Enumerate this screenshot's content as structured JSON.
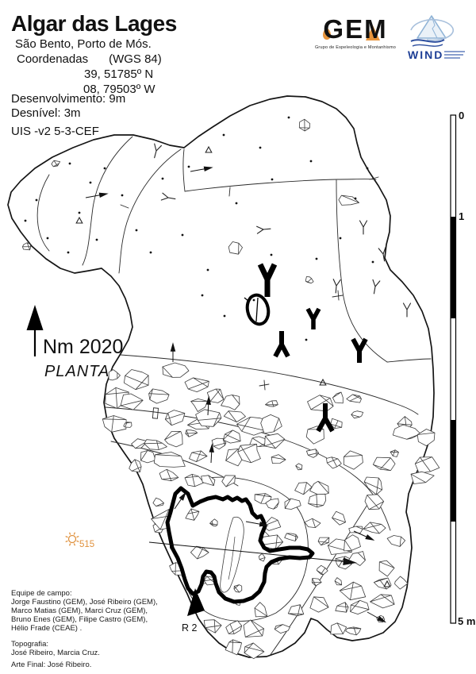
{
  "header": {
    "title": "Algar das Lages",
    "location": "São Bento, Porto de Mós.",
    "coords_label": "Coordenadas",
    "datum": "(WGS 84)",
    "lat": "39, 51785º N",
    "lon": "08, 79503º W",
    "development": "Desenvolvimento: 9m",
    "depth": "Desnível:  3m",
    "uis": "UIS -v2 5-3-CEF"
  },
  "logos": {
    "gem": {
      "name": "GEM",
      "subtitle": "Grupo de Espeleologia e Montanhismo",
      "accent_color": "#e8953c"
    },
    "wind": {
      "name": "WIND",
      "color": "#1d3e96"
    }
  },
  "map": {
    "north_label": "Nm 2020",
    "plan_label": "PLANTA",
    "station_id": "515",
    "station_color": "#e0923f",
    "entrance_label": "R 2"
  },
  "scalebar": {
    "top": "0",
    "one": "1",
    "bottom": "5 m"
  },
  "credits": {
    "team_title": "Equipe de campo:",
    "team_lines": [
      "Jorge Faustino (GEM), José Ribeiro (GEM),",
      "Marco Matias (GEM), Marci Cruz (GEM),",
      "Bruno Enes (GEM), Filipe Castro (GEM),",
      "Hélio Frade (CEAE) ."
    ],
    "topo_title": "Topografia:",
    "topo_line": "José Ribeiro, Marcia Cruz.",
    "art_line": "Arte Final: José Ribeiro."
  }
}
